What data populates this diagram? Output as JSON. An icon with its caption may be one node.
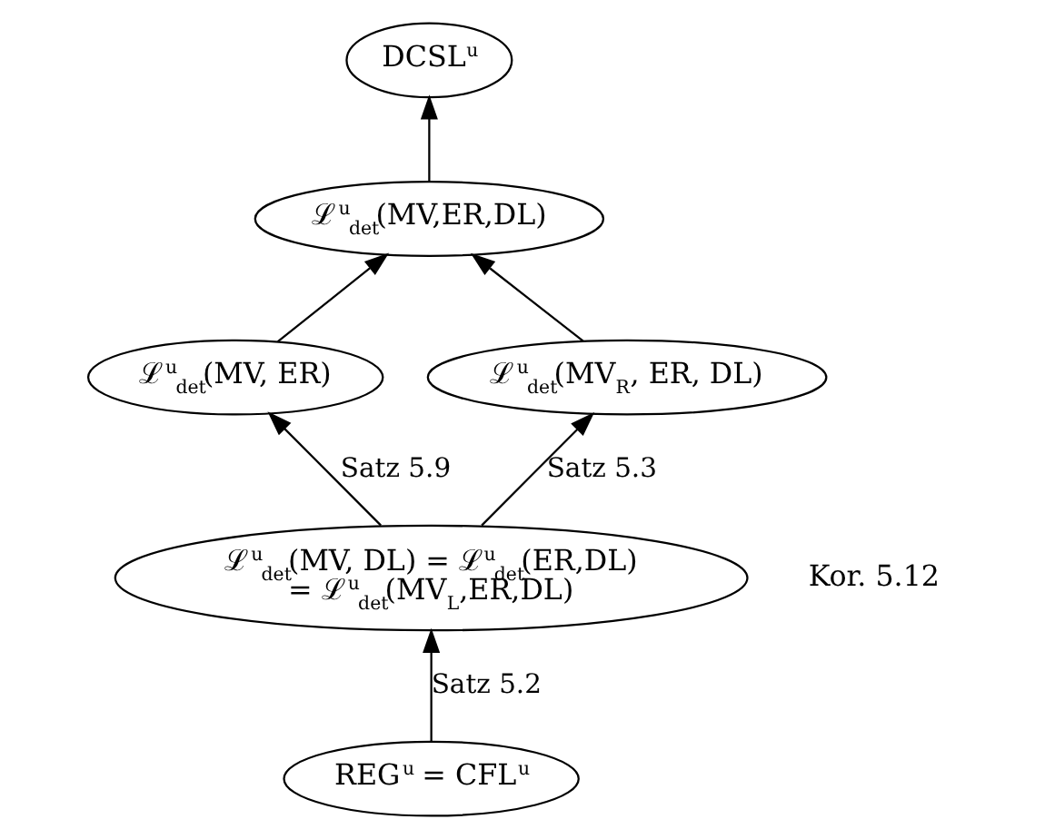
{
  "diagram": {
    "nodes": [
      {
        "text": [
          "DCSL$^{u}$"
        ]
      },
      {
        "text": [
          "ℒ$^{u}$$_{det}$(MV,ER,DL)"
        ]
      },
      {
        "text": [
          "ℒ$^{u}$$_{det}$(MV, ER)"
        ]
      },
      {
        "text": [
          "ℒ$^{u}$$_{det}$(MV$_{R}$, ER, DL)"
        ]
      },
      {
        "text": [
          "ℒ$^{u}$$_{det}$(MV, DL) = ℒ$^{u}$$_{det}$(ER,DL) = ℒ$^{u}$$_{det}$(MV$_{L}$,ER,DL)"
        ],
        "beside": [
          "Kor. 5.12"
        ]
      },
      {
        "text": [
          "REG$^{u}$ = CFL$^{u}$"
        ]
      }
    ],
    "edges": [
      {
        "from": 1,
        "to": 0,
        "arrow": "to"
      },
      {
        "from": 2,
        "to": 1,
        "arrow": "to"
      },
      {
        "from": 3,
        "to": 1,
        "arrow": "to"
      },
      {
        "from": 4,
        "to": 2,
        "arrow": "to",
        "label": "Satz 5.9"
      },
      {
        "from": 4,
        "to": 3,
        "arrow": "to",
        "label": "Satz 5.3"
      },
      {
        "from": 5,
        "to": 4,
        "arrow": "to",
        "label": "Satz 5.2"
      }
    ]
  }
}
